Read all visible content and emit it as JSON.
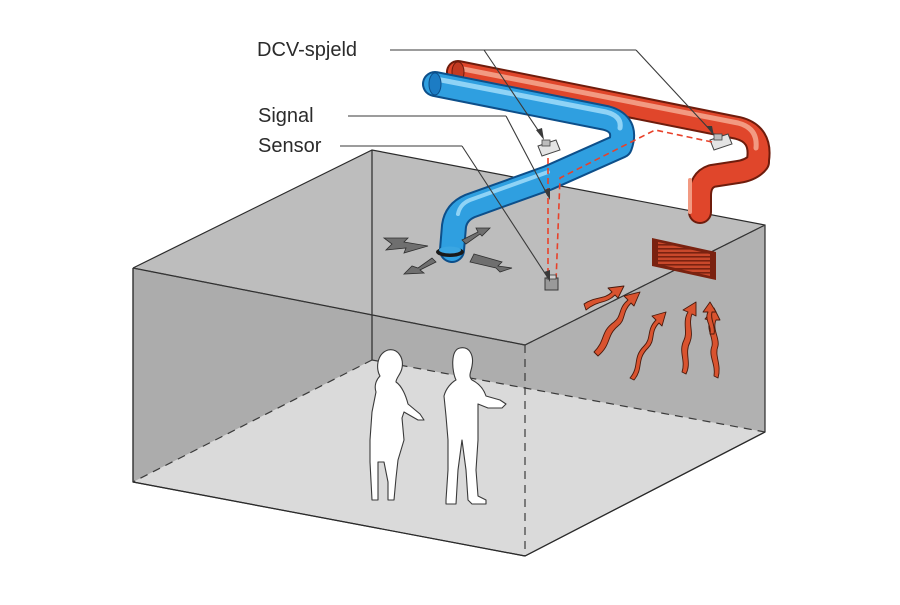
{
  "labels": {
    "dcv_damper": "DCV-spjeld",
    "signal": "Signal",
    "sensor": "Sensor"
  },
  "colors": {
    "room_wall": "#b8b8b8",
    "room_floor": "#d6d6d6",
    "supply_duct_blue": "#2f9fe0",
    "exhaust_duct_red": "#e0462b",
    "signal_line": "#e8412a",
    "airflow_arrow": "#d9532f",
    "grille": "#b83a22"
  },
  "icons": {
    "people": [
      "person-woman-icon",
      "person-man-icon"
    ],
    "devices": [
      "damper-blue-icon",
      "damper-red-icon",
      "co2-sensor-icon",
      "ceiling-diffuser-icon",
      "exhaust-grille-icon"
    ]
  }
}
